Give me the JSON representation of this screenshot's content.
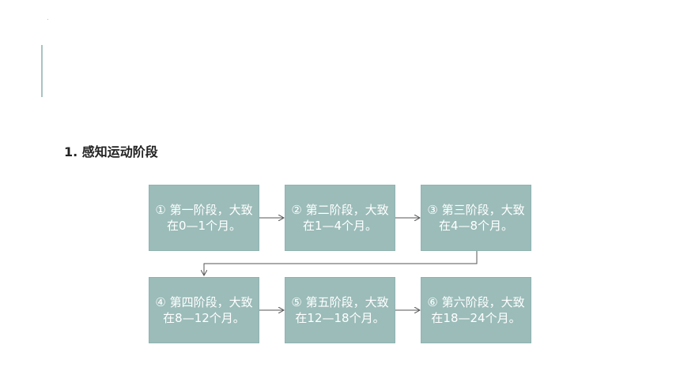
{
  "heading": "1. 感知运动阶段",
  "stages": [
    {
      "text": "① 第一阶段，大致在0—1个月。"
    },
    {
      "text": "② 第二阶段，大致在1—4个月。"
    },
    {
      "text": "③ 第三阶段，大致在4—8个月。"
    },
    {
      "text": "④ 第四阶段，大致在8—12个月。"
    },
    {
      "text": "⑤ 第五阶段，大致在12—18个月。"
    },
    {
      "text": "⑥ 第六阶段，大致在18—24个月。"
    }
  ],
  "colors": {
    "box_fill": "#9bbcb9",
    "box_text": "#ffffff",
    "connector": "#555555",
    "accent_bar": "#a9c4c1"
  }
}
